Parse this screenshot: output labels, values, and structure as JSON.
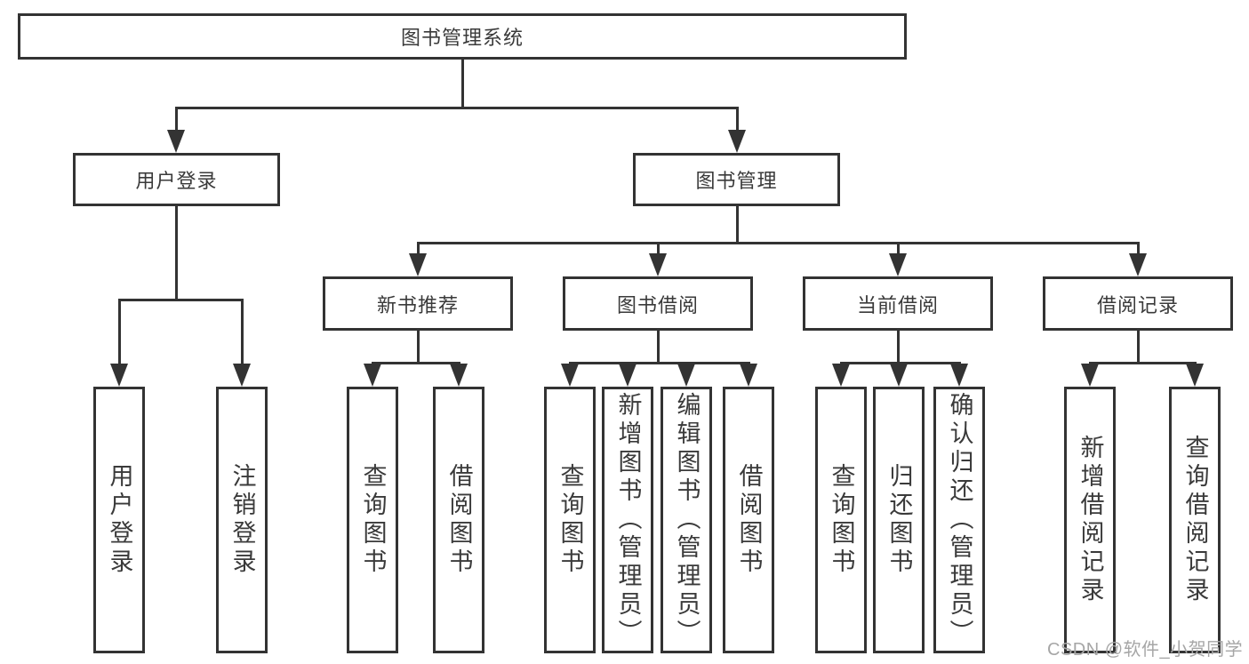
{
  "diagram": {
    "tree": {
      "label": "图书管理系统",
      "children": [
        {
          "label": "用户登录",
          "children": [
            {
              "label": "用户登录"
            },
            {
              "label": "注销登录"
            }
          ]
        },
        {
          "label": "图书管理",
          "children": [
            {
              "label": "新书推荐",
              "children": [
                {
                  "label": "查询图书"
                },
                {
                  "label": "借阅图书"
                }
              ]
            },
            {
              "label": "图书借阅",
              "children": [
                {
                  "label": "查询图书"
                },
                {
                  "label": "新增图书（管理员）"
                },
                {
                  "label": "编辑图书（管理员）"
                },
                {
                  "label": "借阅图书"
                }
              ]
            },
            {
              "label": "当前借阅",
              "children": [
                {
                  "label": "查询图书"
                },
                {
                  "label": "归还图书"
                },
                {
                  "label": "确认归还（管理员）"
                }
              ]
            },
            {
              "label": "借阅记录",
              "children": [
                {
                  "label": "新增借阅记录"
                },
                {
                  "label": "查询借阅记录"
                }
              ]
            }
          ]
        }
      ]
    }
  },
  "watermark": {
    "text": "CSDN @软件_小贺同学"
  },
  "colors": {
    "line": "#333333",
    "text": "#3a3a3a",
    "watermark": "#a6a6a6",
    "background": "#ffffff"
  }
}
